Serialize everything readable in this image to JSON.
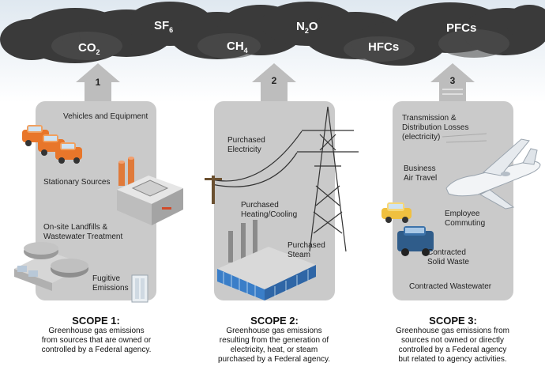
{
  "gases": [
    {
      "base": "CO",
      "sub": "2"
    },
    {
      "base": "SF",
      "sub": "6"
    },
    {
      "base": "CH",
      "sub": "4"
    },
    {
      "base": "N",
      "sub": "2",
      "tail": "O"
    },
    {
      "base": "HFCs",
      "sub": ""
    },
    {
      "base": "PFCs",
      "sub": ""
    }
  ],
  "arrow_numbers": [
    "1",
    "2",
    "3"
  ],
  "scope1": {
    "labels": {
      "vehicles": "Vehicles and Equipment",
      "stationary": "Stationary Sources",
      "landfills": "On-site Landfills &\nWastewater Treatment",
      "fugitive": "Fugitive\nEmissions"
    },
    "title": "SCOPE 1:",
    "description": "Greenhouse gas emissions\nfrom sources that are owned or\ncontrolled by a Federal agency."
  },
  "scope2": {
    "labels": {
      "electricity": "Purchased\nElectricity",
      "heating": "Purchased\nHeating/Cooling",
      "steam": "Purchased\nSteam"
    },
    "title": "SCOPE 2:",
    "description": "Greenhouse gas emissions\nresulting from the generation of\nelectricity, heat, or steam\npurchased by a Federal agency."
  },
  "scope3": {
    "labels": {
      "transmission": "Transmission &\nDistribution Losses\n(electricity)",
      "air_travel": "Business\nAir Travel",
      "commuting": "Employee\nCommuting",
      "solid_waste": "Contracted\nSolid Waste",
      "wastewater": "Contracted Wastewater"
    },
    "title": "SCOPE 3:",
    "description": "Greenhouse gas emissions from\nsources not owned or directly\ncontrolled by a Federal agency\nbut related to agency activities."
  },
  "colors": {
    "cloud": "#3a3a3a",
    "panel": "#cacaca",
    "arrow": "#bdbdbd",
    "car": "#e8762a",
    "building": "#e07a3a",
    "factory_glass": "#3a7ec8"
  }
}
